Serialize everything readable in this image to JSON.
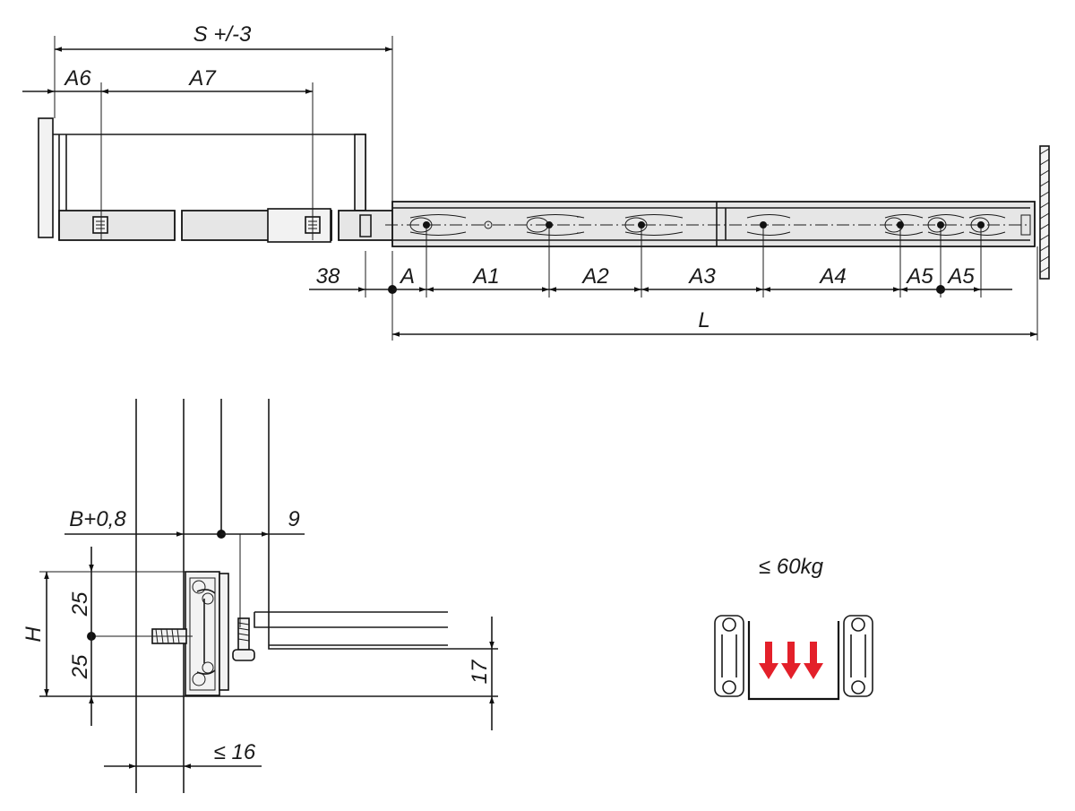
{
  "labels": {
    "s": "S +/-3",
    "a6": "A6",
    "a7": "A7",
    "d38": "38",
    "a": "A",
    "a1": "A1",
    "a2": "A2",
    "a3": "A3",
    "a4": "A4",
    "a5_left": "A5",
    "a5_right": "A5",
    "l": "L",
    "b": "B+0,8",
    "d9": "9",
    "d25_top": "25",
    "d25_bottom": "25",
    "h": "H",
    "d17": "17",
    "d16": "≤ 16",
    "load": "≤ 60kg"
  },
  "colors": {
    "line": "#1a1a1a",
    "rail_fill": "#e6e6e6",
    "load_arrow": "#e3202a"
  }
}
